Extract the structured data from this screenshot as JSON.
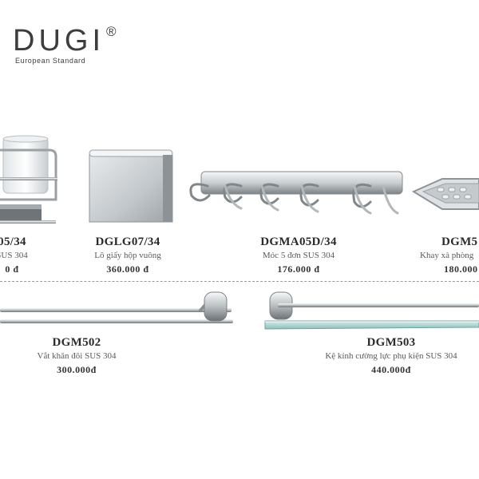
{
  "brand": {
    "name": "DUGI",
    "registered_mark": "®",
    "tagline": "European Standard"
  },
  "products": [
    {
      "code": "05/34",
      "name": "SUS 304",
      "price": "0 đ",
      "icon": "cup-holder-icon"
    },
    {
      "code": "DGLG07/34",
      "name": "Lô giấy hộp vuông",
      "price": "360.000 đ",
      "icon": "toilet-paper-box-icon"
    },
    {
      "code": "DGMA05D/34",
      "name": "Móc 5 đơn SUS 304",
      "price": "176.000 đ",
      "icon": "coat-hook-rail-icon"
    },
    {
      "code": "DGM5",
      "name": "Khay xà phòng",
      "price": "180.000",
      "icon": "soap-dish-icon"
    },
    {
      "code": "DGM502",
      "name": "Vắt khăn đôi SUS 304",
      "price": "300.000đ",
      "icon": "double-towel-bar-icon"
    },
    {
      "code": "DGM503",
      "name": "Kệ kính cường lực phụ kiện SUS 304",
      "price": "440.000đ",
      "icon": "glass-shelf-icon"
    }
  ]
}
